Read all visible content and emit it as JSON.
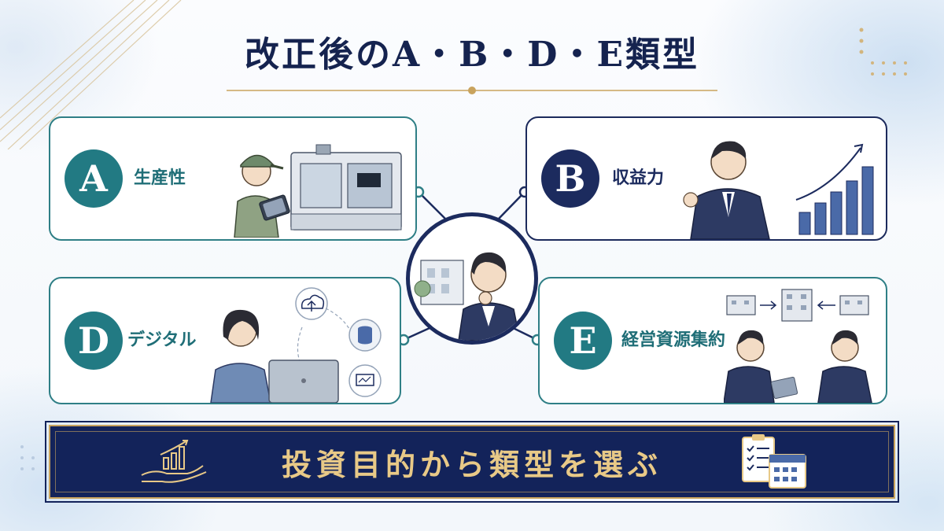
{
  "title": "改正後のA・B・D・E類型",
  "colors": {
    "navy": "#1c2b5e",
    "teal": "#227a83",
    "gold": "#c9a35d",
    "banner_text": "#e8c987"
  },
  "cards": [
    {
      "letter": "A",
      "label": "生産性",
      "illustration": "factory-worker-with-tablet"
    },
    {
      "letter": "B",
      "label": "収益力",
      "illustration": "businessman-with-rising-bar-chart"
    },
    {
      "letter": "D",
      "label": "デジタル",
      "illustration": "woman-with-laptop-and-cloud"
    },
    {
      "letter": "E",
      "label": "経営資源集約",
      "illustration": "businessmen-merging-buildings"
    }
  ],
  "center": {
    "illustration": "thinking-businessman-with-office-building"
  },
  "banner": {
    "text": "投資目的から類型を選ぶ",
    "left_icon": "hand-growth-chart-icon",
    "right_icon": "checklist-calendar-icon"
  }
}
